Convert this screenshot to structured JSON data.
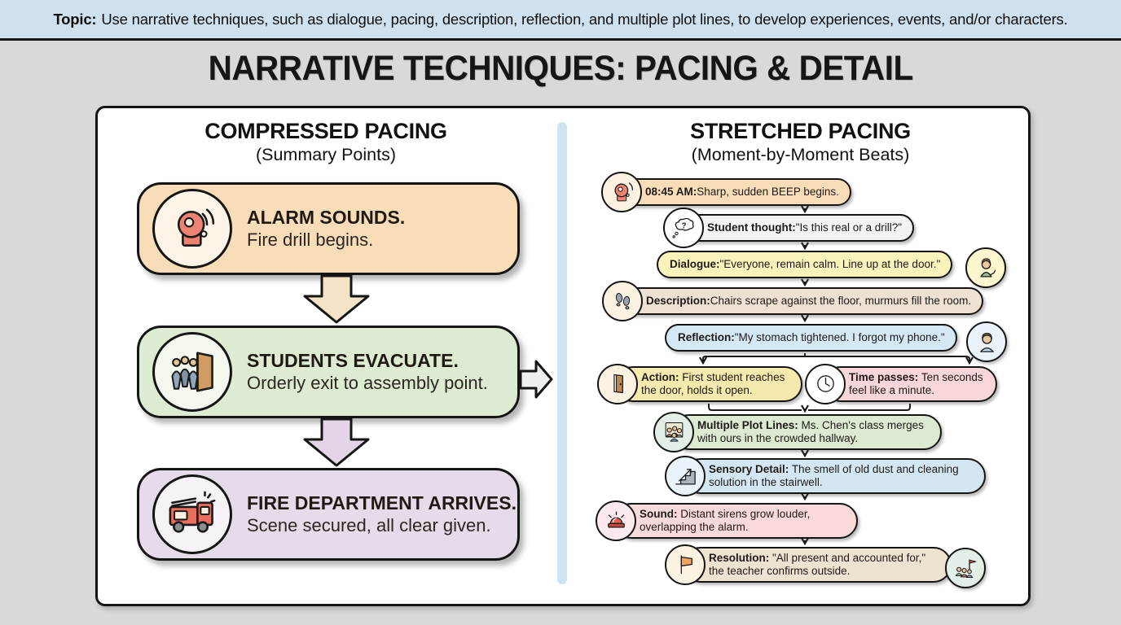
{
  "banner": {
    "label": "Topic:",
    "text": "Use narrative techniques, such as dialogue, pacing, description, reflection, and multiple plot lines, to develop experiences, events, and/or characters."
  },
  "title": "NARRATIVE TECHNIQUES: PACING & DETAIL",
  "left_column": {
    "heading": "COMPRESSED PACING",
    "subheading": "(Summary Points)",
    "boxes": [
      {
        "icon": "fire-alarm-bell-icon",
        "title": "ALARM SOUNDS.",
        "subtitle": "Fire drill begins.",
        "color": "#f9ddb9"
      },
      {
        "icon": "students-evacuating-icon",
        "title": "STUDENTS EVACUATE.",
        "subtitle": "Orderly exit to assembly point.",
        "color": "#dcebd2"
      },
      {
        "icon": "fire-truck-icon",
        "title": "FIRE DEPARTMENT ARRIVES.",
        "subtitle": "Scene secured, all clear given.",
        "color": "#e5dbe9"
      }
    ]
  },
  "right_column": {
    "heading": "STRETCHED PACING",
    "subheading": "(Moment-by-Moment Beats)",
    "beats": [
      {
        "icon": "alarm-bell-icon",
        "label": "08:45 AM:",
        "text": "Sharp, sudden BEEP begins.",
        "color": "#f9ddb9"
      },
      {
        "icon": "thought-bubble-icon",
        "label": "Student thought:",
        "text": "\"Is this real or a drill?\"",
        "color": "#f3f3f3"
      },
      {
        "icon": "teacher-icon",
        "label": "Dialogue:",
        "text": "\"Everyone, remain calm. Line up at the door.\"",
        "color": "#faf2bb"
      },
      {
        "icon": "footprints-icon",
        "label": "Description:",
        "text": "Chairs scrape against the floor, murmurs fill the room.",
        "color": "#eee1d3"
      },
      {
        "icon": "student-avatar-icon",
        "label": "Reflection:",
        "text": "\"My stomach tightened. I forgot my phone.\"",
        "color": "#d5e8f5"
      },
      {
        "icon": "door-icon",
        "label": "Action:",
        "text": "First student reaches the door, holds it open.",
        "color": "#f6e9ae"
      },
      {
        "icon": "clock-icon",
        "label": "Time passes:",
        "text": "Ten seconds feel like a minute.",
        "color": "#f8d6da"
      },
      {
        "icon": "group-people-icon",
        "label": "Multiple Plot Lines:",
        "text": "Ms. Chen's class merges with ours in the crowded hallway.",
        "color": "#dcead2"
      },
      {
        "icon": "stairs-icon",
        "label": "Sensory Detail:",
        "text": "The smell of old dust and cleaning solution in the stairwell.",
        "color": "#d5e6f3"
      },
      {
        "icon": "siren-icon",
        "label": "Sound:",
        "text": "Distant sirens grow louder, overlapping the alarm.",
        "color": "#f9d9d9"
      },
      {
        "icon": "flag-icon",
        "icon_right": "group-with-flag-icon",
        "label": "Resolution:",
        "text": "\"All present and accounted for,\" the teacher confirms outside.",
        "color": "#ece3d1"
      }
    ]
  },
  "colors": {
    "page_bg": "#d9d9d9",
    "banner_bg": "#cfe1ee",
    "panel_bg": "#ffffff",
    "divider": "#cfe4f2",
    "arrow_down_1": "#f5e3c8",
    "arrow_down_2": "#e3d4e8",
    "arrow_right": "#efefef",
    "outline": "#151515"
  }
}
